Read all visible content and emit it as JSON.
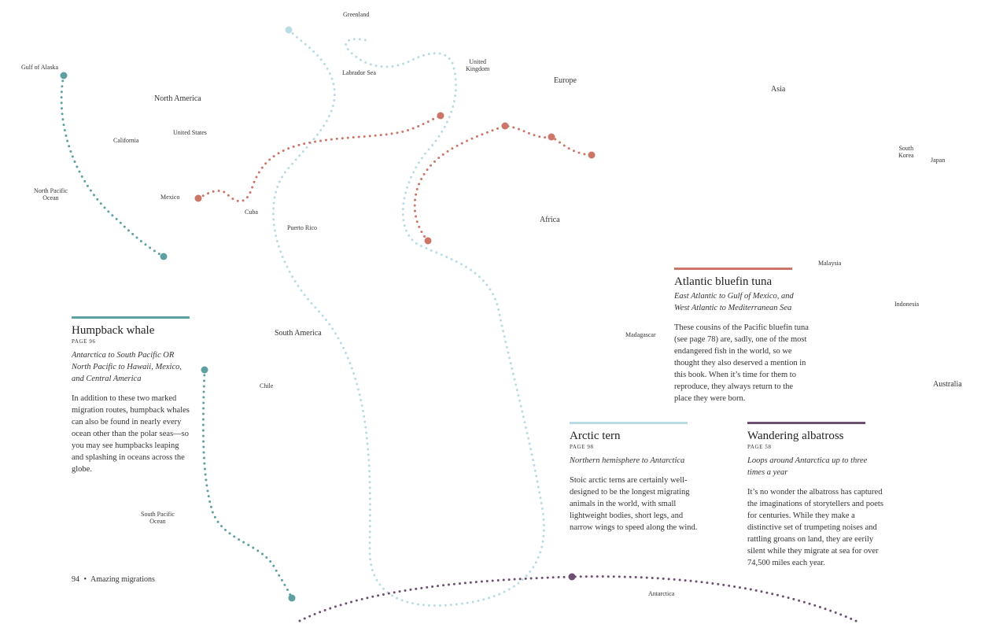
{
  "colors": {
    "whale": "#5e9fa1",
    "tern": "#b9dbe3",
    "tuna": "#cc7668",
    "albatross": "#6d4f72"
  },
  "places": {
    "greenland": "Greenland",
    "gulf_of_alaska": "Gulf of Alaska",
    "labrador_sea": "Labrador Sea",
    "united_kingdom_1": "United",
    "united_kingdom_2": "Kingdom",
    "europe": "Europe",
    "asia": "Asia",
    "north_america": "North America",
    "california": "California",
    "united_states": "United States",
    "south_korea_1": "South",
    "south_korea_2": "Korea",
    "japan": "Japan",
    "north_pacific_1": "North Pacific",
    "north_pacific_2": "Ocean",
    "mexico": "Mexico",
    "cuba": "Cuba",
    "puerto_rico": "Puerto Rico",
    "africa": "Africa",
    "malaysia": "Malaysia",
    "indonesia": "Indonesia",
    "south_america": "South America",
    "madagascar": "Madagascar",
    "chile": "Chile",
    "australia": "Australia",
    "south_pacific_1": "South Pacific",
    "south_pacific_2": "Ocean",
    "antarctica": "Antarctica"
  },
  "cards": {
    "whale": {
      "title": "Humpback whale",
      "page": "PAGE 96",
      "route": "Antarctica to South Pacific OR North Pacific to Hawaii, Mexico, and Central America",
      "description": "In addition to these two marked migration routes, humpback whales can also be found in nearly every ocean other than the polar seas—so you may see humpbacks leaping and splashing in oceans across the globe."
    },
    "tuna": {
      "title": "Atlantic bluefin tuna",
      "route_line1": "East Atlantic to Gulf of Mexico, and",
      "route_line2": "West Atlantic to Mediterranean Sea",
      "description": "These cousins of the Pacific bluefin tuna (see page 78) are, sadly, one of the most endangered fish in the world, so we thought they also deserved a mention in this book. When it’s time for them to reproduce, they always return to the place they were born."
    },
    "tern": {
      "title": "Arctic tern",
      "page": "PAGE 98",
      "route": "Northern hemisphere to Antarctica",
      "description": "Stoic arctic terns are certainly well-designed to be the longest migrating animals in the world, with small lightweight bodies, short legs, and narrow wings to speed along the wind."
    },
    "albatross": {
      "title": "Wandering albatross",
      "page": "PAGE 58",
      "route": "Loops around Antarctica up to three times a year",
      "description": "It’s no wonder the albatross has captured the imaginations of storytellers and poets for centuries. While they make a distinctive set of trumpeting noises and rattling groans on land, they are eerily silent while they migrate at sea for over 74,500 miles each year."
    }
  },
  "footer": {
    "page_number": "94",
    "separator": "•",
    "section": "Amazing migrations"
  }
}
